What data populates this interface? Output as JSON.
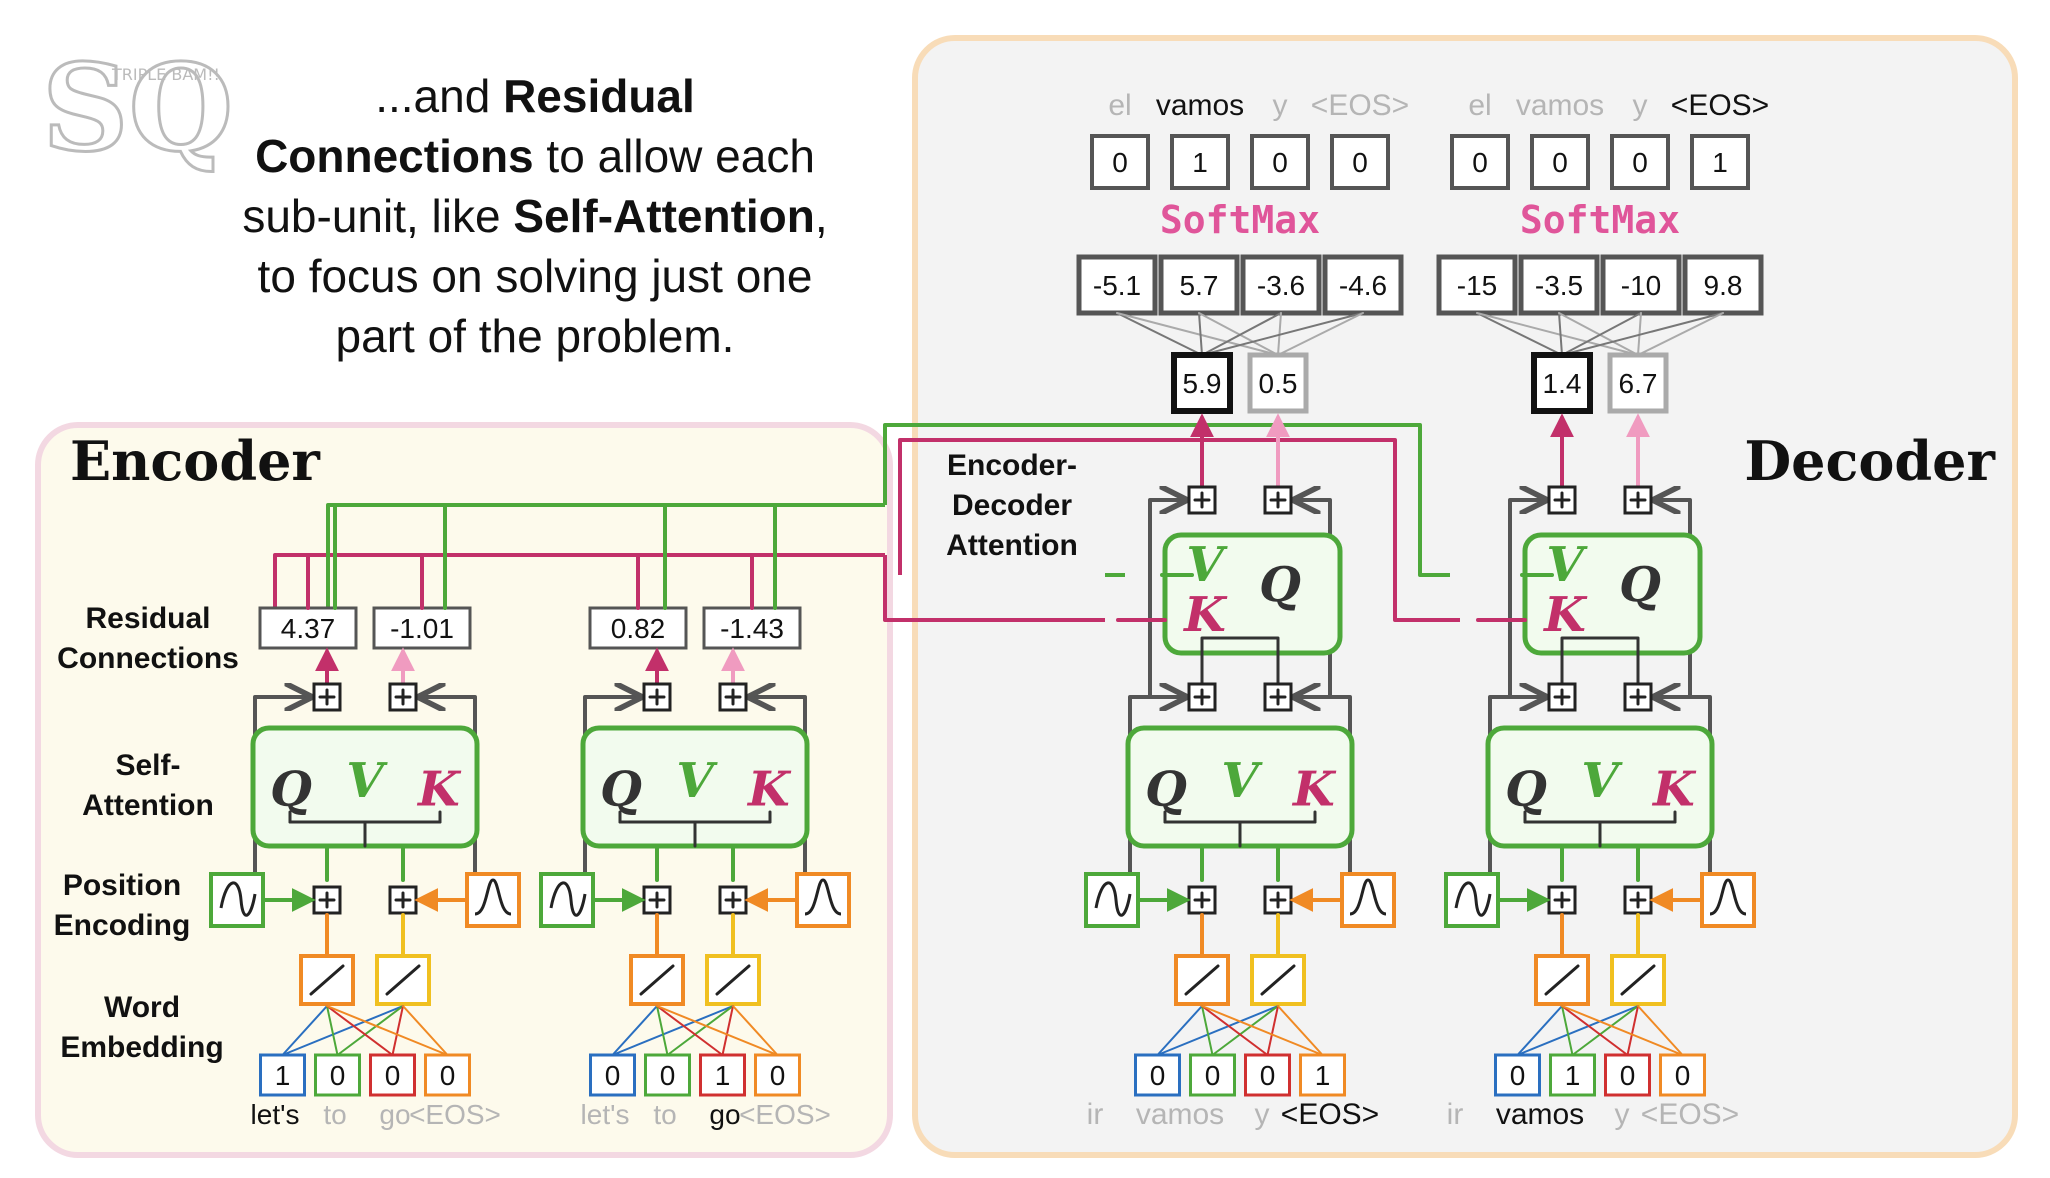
{
  "logo": {
    "letters": "SQ",
    "subtitle": "TRIPLE BAM!!"
  },
  "headline": {
    "lines": [
      [
        {
          "t": "...and ",
          "b": false
        },
        {
          "t": "Residual",
          "b": true
        }
      ],
      [
        {
          "t": "Connections",
          "b": true
        },
        {
          "t": " to allow each",
          "b": false
        }
      ],
      [
        {
          "t": "sub-unit, like ",
          "b": false
        },
        {
          "t": "Self-Attention",
          "b": true
        },
        {
          "t": ",",
          "b": false
        }
      ],
      [
        {
          "t": "to focus on solving just one",
          "b": false
        }
      ],
      [
        {
          "t": "part of the problem.",
          "b": false
        }
      ]
    ]
  },
  "encoder": {
    "title": "Encoder",
    "labels": {
      "residual": [
        "Residual",
        "Connections"
      ],
      "self_attention": [
        "Self-",
        "Attention"
      ],
      "position": [
        "Position",
        "Encoding"
      ],
      "word": [
        "Word",
        "Embedding"
      ]
    },
    "units": [
      {
        "residual_values": [
          "4.37",
          "-1.01"
        ],
        "one_hot": [
          "1",
          "0",
          "0",
          "0"
        ],
        "words": [
          "let's",
          "to",
          "go",
          "<EOS>"
        ],
        "active_word": 0
      },
      {
        "residual_values": [
          "0.82",
          "-1.43"
        ],
        "one_hot": [
          "0",
          "0",
          "1",
          "0"
        ],
        "words": [
          "let's",
          "to",
          "go",
          "<EOS>"
        ],
        "active_word": 2
      }
    ],
    "attn_letters": [
      "Q",
      "V",
      "K"
    ]
  },
  "decoder": {
    "title": "Decoder",
    "ed_label": [
      "Encoder-",
      "Decoder",
      "Attention"
    ],
    "ed_letters": [
      "V",
      "K",
      "Q"
    ],
    "units": [
      {
        "out_words": [
          "el",
          "vamos",
          "y",
          "<EOS>"
        ],
        "out_active": 1,
        "out_one_hot": [
          "0",
          "1",
          "0",
          "0"
        ],
        "softmax": "SoftMax",
        "logits": [
          "-5.1",
          "5.7",
          "-3.6",
          "-4.6"
        ],
        "values": [
          "5.9",
          "0.5"
        ],
        "in_one_hot": [
          "0",
          "0",
          "0",
          "1"
        ],
        "in_words": [
          "ir",
          "vamos",
          "y",
          "<EOS>"
        ],
        "in_active": 3
      },
      {
        "out_words": [
          "el",
          "vamos",
          "y",
          "<EOS>"
        ],
        "out_active": 3,
        "out_one_hot": [
          "0",
          "0",
          "0",
          "1"
        ],
        "softmax": "SoftMax",
        "logits": [
          "-15",
          "-3.5",
          "-10",
          "9.8"
        ],
        "values": [
          "1.4",
          "6.7"
        ],
        "in_one_hot": [
          "0",
          "1",
          "0",
          "0"
        ],
        "in_words": [
          "ir",
          "vamos",
          "y",
          "<EOS>"
        ],
        "in_active": 1
      }
    ]
  },
  "colors": {
    "green": "#4da83a",
    "magenta": "#c2306a",
    "pink": "#f09bc0",
    "orange": "#f08a24",
    "yellow": "#f0c020",
    "blue": "#2a6fc0",
    "red": "#d03030",
    "gray": "#555555",
    "light_gray": "#aaaaaa"
  }
}
